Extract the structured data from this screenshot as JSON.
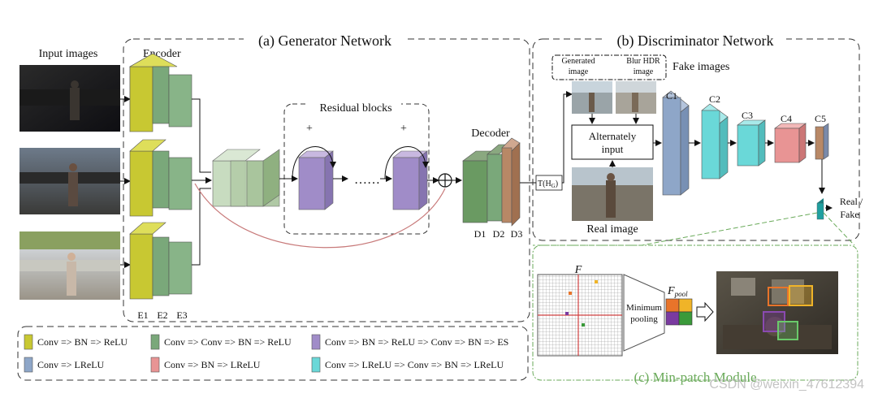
{
  "generator": {
    "title": "(a) Generator Network",
    "input_label": "Input images",
    "encoder_label": "Encoder",
    "residual_label": "Residual blocks",
    "decoder_label": "Decoder",
    "plus": "+",
    "dots": "……",
    "encoder_layers": [
      "E1",
      "E2",
      "E3"
    ],
    "decoder_layers": [
      "D1",
      "D2",
      "D3"
    ],
    "tonemap_label": "T(H",
    "tonemap_sub": "G",
    "tonemap_close": ")"
  },
  "discriminator": {
    "title": "(b) Discriminator Network",
    "fake_images_label": "Fake images",
    "generated_label_1": "Generated",
    "generated_label_2": "image",
    "blur_label_1": "Blur HDR",
    "blur_label_2": "image",
    "alternately_1": "Alternately",
    "alternately_2": "input",
    "real_image_label": "Real image",
    "layers": [
      "C1",
      "C2",
      "C3",
      "C4",
      "C5"
    ],
    "output_label_1": "Real /",
    "output_label_2": "Fake"
  },
  "legend": {
    "items": [
      {
        "text": "Conv => BN => ReLU",
        "color": "#c8c832"
      },
      {
        "text": "Conv => Conv => BN => ReLU",
        "color": "#7aa87a"
      },
      {
        "text": "Conv => BN => ReLU => Conv => BN => ES",
        "color": "#a08cc8"
      },
      {
        "text": "Conv => LReLU",
        "color": "#8ea6c8"
      },
      {
        "text": "Conv => BN => LReLU",
        "color": "#e89494"
      },
      {
        "text": "Conv => LReLU => Conv => BN => LReLU",
        "color": "#6ad8d8"
      }
    ]
  },
  "minpatch": {
    "title": "(c) Min-patch Module",
    "f_label": "F",
    "pooling_1": "Minimum",
    "pooling_2": "pooling",
    "fpool_label": "F",
    "fpool_sub": "pool",
    "pool_colors": [
      "#e8742a",
      "#f0b428",
      "#7a3aa0",
      "#3a9a3a"
    ]
  },
  "watermark": "CSDN @weixin_47612394",
  "colors": {
    "encoder_yellow": "#c8c832",
    "encoder_green": "#7aa87a",
    "residual_purple": "#a08cc8",
    "disc_blue": "#8ea6c8",
    "disc_cyan": "#6ad8d8",
    "disc_pink": "#e89494",
    "decoder_brown": "#b88866",
    "minpatch_green": "#6aaa5a",
    "skip_red": "#c87a7a"
  }
}
